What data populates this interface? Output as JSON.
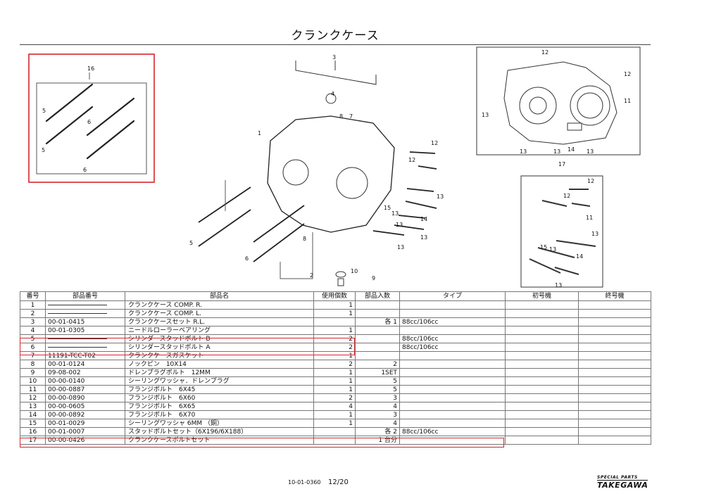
{
  "title": "クランクケース",
  "callouts": {
    "main": [
      "16",
      "5",
      "5",
      "6",
      "6",
      "3",
      "4",
      "8",
      "7",
      "1",
      "12",
      "12",
      "13",
      "13",
      "13",
      "14",
      "15",
      "13",
      "13",
      "5",
      "6",
      "8",
      "10",
      "9",
      "2"
    ],
    "inset_top_right": [
      "12",
      "12",
      "11",
      "13",
      "13",
      "13",
      "14",
      "13"
    ],
    "inset_bottom_right": [
      "17",
      "12",
      "12",
      "11",
      "13",
      "15",
      "13",
      "14",
      "13"
    ]
  },
  "table": {
    "headers": [
      "番号",
      "部品番号",
      "部品名",
      "使用個数",
      "部品入数",
      "タイプ",
      "初号機",
      "終号機"
    ],
    "rows": [
      {
        "no": "1",
        "part_no": "",
        "dash": true,
        "name": "クランクケース COMP. R.",
        "qty": "1",
        "pack": "",
        "type": ""
      },
      {
        "no": "2",
        "part_no": "",
        "dash": true,
        "name": "クランクケース COMP. L.",
        "qty": "1",
        "pack": "",
        "type": ""
      },
      {
        "no": "3",
        "part_no": "00-01-0415",
        "dash": false,
        "name": "クランクケースセット R.L.",
        "qty": "",
        "pack": "各 1",
        "type": "88cc/106cc"
      },
      {
        "no": "4",
        "part_no": "00-01-0305",
        "dash": false,
        "name": "ニードルローラーベアリング",
        "qty": "1",
        "pack": "",
        "type": ""
      },
      {
        "no": "5",
        "part_no": "",
        "dash": true,
        "name": "シリンダースタッドボルト B",
        "qty": "2",
        "pack": "",
        "type": "88cc/106cc"
      },
      {
        "no": "6",
        "part_no": "",
        "dash": true,
        "name": "シリンダースタッドボルト A",
        "qty": "2",
        "pack": "",
        "type": "88cc/106cc"
      },
      {
        "no": "7",
        "part_no": "11191-TCC-T02",
        "dash": false,
        "name": "クランクケースガスケット",
        "qty": "1",
        "pack": "",
        "type": ""
      },
      {
        "no": "8",
        "part_no": "00-01-0124",
        "dash": false,
        "name": "ノックピン　10X14",
        "qty": "2",
        "pack": "2",
        "type": ""
      },
      {
        "no": "9",
        "part_no": "09-08-002",
        "dash": false,
        "name": "ドレンプラグボルト　12MM",
        "qty": "1",
        "pack": "1SET",
        "type": ""
      },
      {
        "no": "10",
        "part_no": "00-00-0140",
        "dash": false,
        "name": "シーリングワッシャ．ドレンプラグ",
        "qty": "1",
        "pack": "5",
        "type": ""
      },
      {
        "no": "11",
        "part_no": "00-00-0887",
        "dash": false,
        "name": "フランジボルト　6X45",
        "qty": "1",
        "pack": "5",
        "type": ""
      },
      {
        "no": "12",
        "part_no": "00-00-0890",
        "dash": false,
        "name": "フランジボルト　6X60",
        "qty": "2",
        "pack": "3",
        "type": ""
      },
      {
        "no": "13",
        "part_no": "00-00-0605",
        "dash": false,
        "name": "フランジボルト　6X65",
        "qty": "4",
        "pack": "4",
        "type": ""
      },
      {
        "no": "14",
        "part_no": "00-00-0892",
        "dash": false,
        "name": "フランジボルト　6X70",
        "qty": "1",
        "pack": "3",
        "type": ""
      },
      {
        "no": "15",
        "part_no": "00-01-0029",
        "dash": false,
        "name": "シーリングワッシャ 6MM （銅）",
        "qty": "1",
        "pack": "4",
        "type": ""
      },
      {
        "no": "16",
        "part_no": "00-01-0007",
        "dash": false,
        "name": "スタッドボルトセット（6X196/6X188）",
        "qty": "",
        "pack": "各 2",
        "type": "88cc/106cc"
      },
      {
        "no": "17",
        "part_no": "00-00-0426",
        "dash": false,
        "name": "クランクケースボルトセット",
        "qty": "",
        "pack": "1 台分",
        "type": ""
      }
    ]
  },
  "footer": {
    "code": "10-01-0360",
    "page": "12/20",
    "brand_sub": "SPECIAL PARTS",
    "brand_main": "TAKEGAWA"
  },
  "colors": {
    "highlight": "#d8252b",
    "ink": "#111111",
    "rule": "#777777"
  }
}
